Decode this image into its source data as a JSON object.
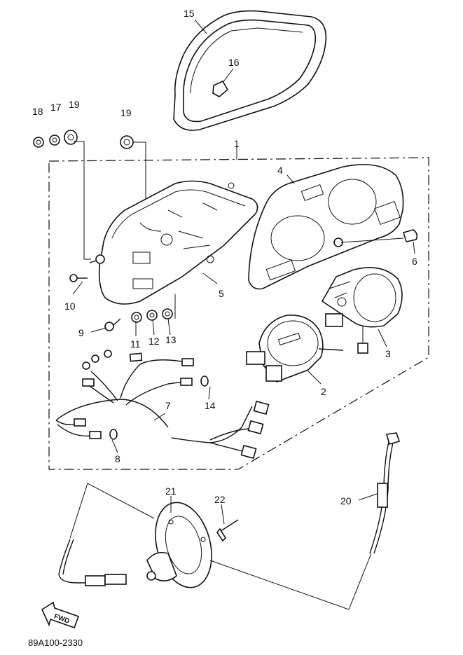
{
  "diagram": {
    "part_code": "89A100-2330",
    "arrow_text": "FWD",
    "callouts": {
      "c1": "1",
      "c2": "2",
      "c3": "3",
      "c4": "4",
      "c5": "5",
      "c6": "6",
      "c7": "7",
      "c8": "8",
      "c9": "9",
      "c10": "10",
      "c11": "11",
      "c12": "12",
      "c13": "13",
      "c14": "14",
      "c15": "15",
      "c16": "16",
      "c17": "17",
      "c18": "18",
      "c19a": "19",
      "c19b": "19",
      "c20": "20",
      "c21": "21",
      "c22": "22"
    }
  }
}
